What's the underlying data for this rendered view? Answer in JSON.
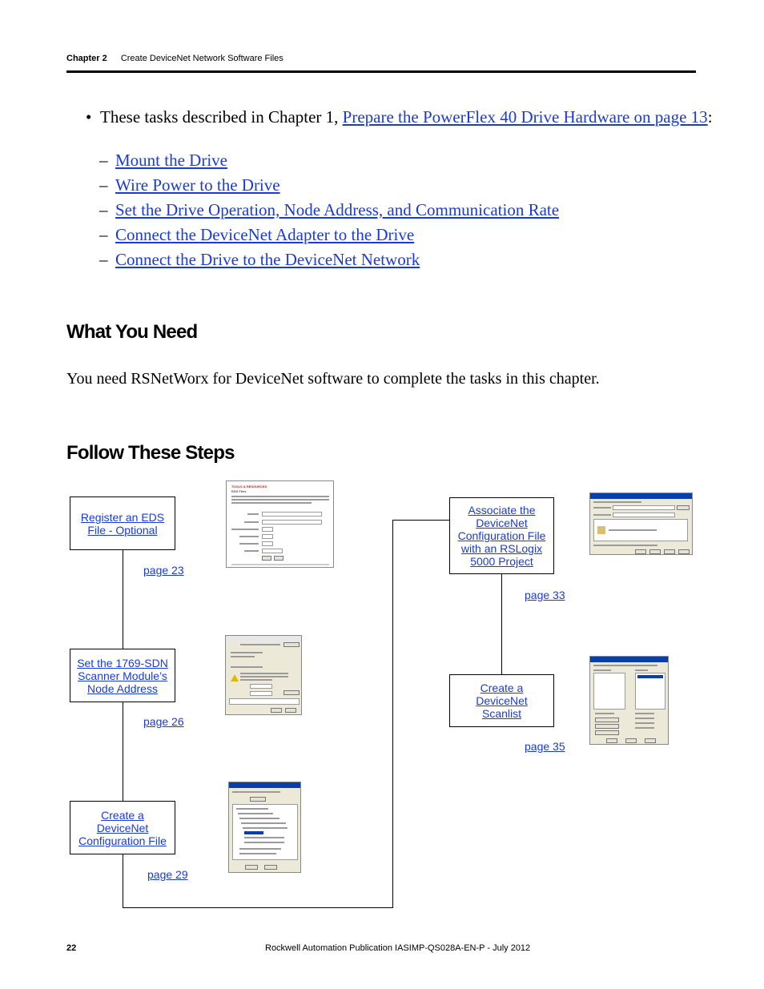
{
  "header": {
    "chapter": "Chapter 2",
    "title": "Create DeviceNet Network Software Files"
  },
  "intro": {
    "prefix": "These tasks described in Chapter 1, ",
    "link": "Prepare the PowerFlex 40 Drive Hardware on page 13",
    "suffix": ":"
  },
  "tasks": [
    "Mount the Drive",
    "Wire Power to the Drive",
    "Set the Drive Operation, Node Address, and Communication Rate",
    "Connect the DeviceNet Adapter to the Drive",
    "Connect the Drive to the DeviceNet Network"
  ],
  "what_you_need": {
    "heading": "What You Need",
    "text": "You need RSNetWorx for DeviceNet software to complete the tasks in this chapter."
  },
  "steps": {
    "heading": "Follow These Steps",
    "items": [
      {
        "label": "Register an EDS\nFile - Optional",
        "page": "page 23"
      },
      {
        "label": "Set the 1769-SDN\nScanner Module’s\nNode Address",
        "page": "page 26"
      },
      {
        "label": "Create a\nDeviceNet\nConfiguration File",
        "page": "page 29"
      },
      {
        "label": "Associate the\nDeviceNet\nConfiguration File\nwith an RSLogix\n5000 Project",
        "page": "page 33"
      },
      {
        "label": "Create a\nDeviceNet\nScanlist",
        "page": "page 35"
      }
    ]
  },
  "thumbnail": {
    "eds_heading": "TOOLS & RESOURCES",
    "eds_subheading": "EDS Files"
  },
  "footer": {
    "page_number": "22",
    "publication": "Rockwell Automation Publication IASIMP-QS028A-EN-P - July 2012"
  }
}
